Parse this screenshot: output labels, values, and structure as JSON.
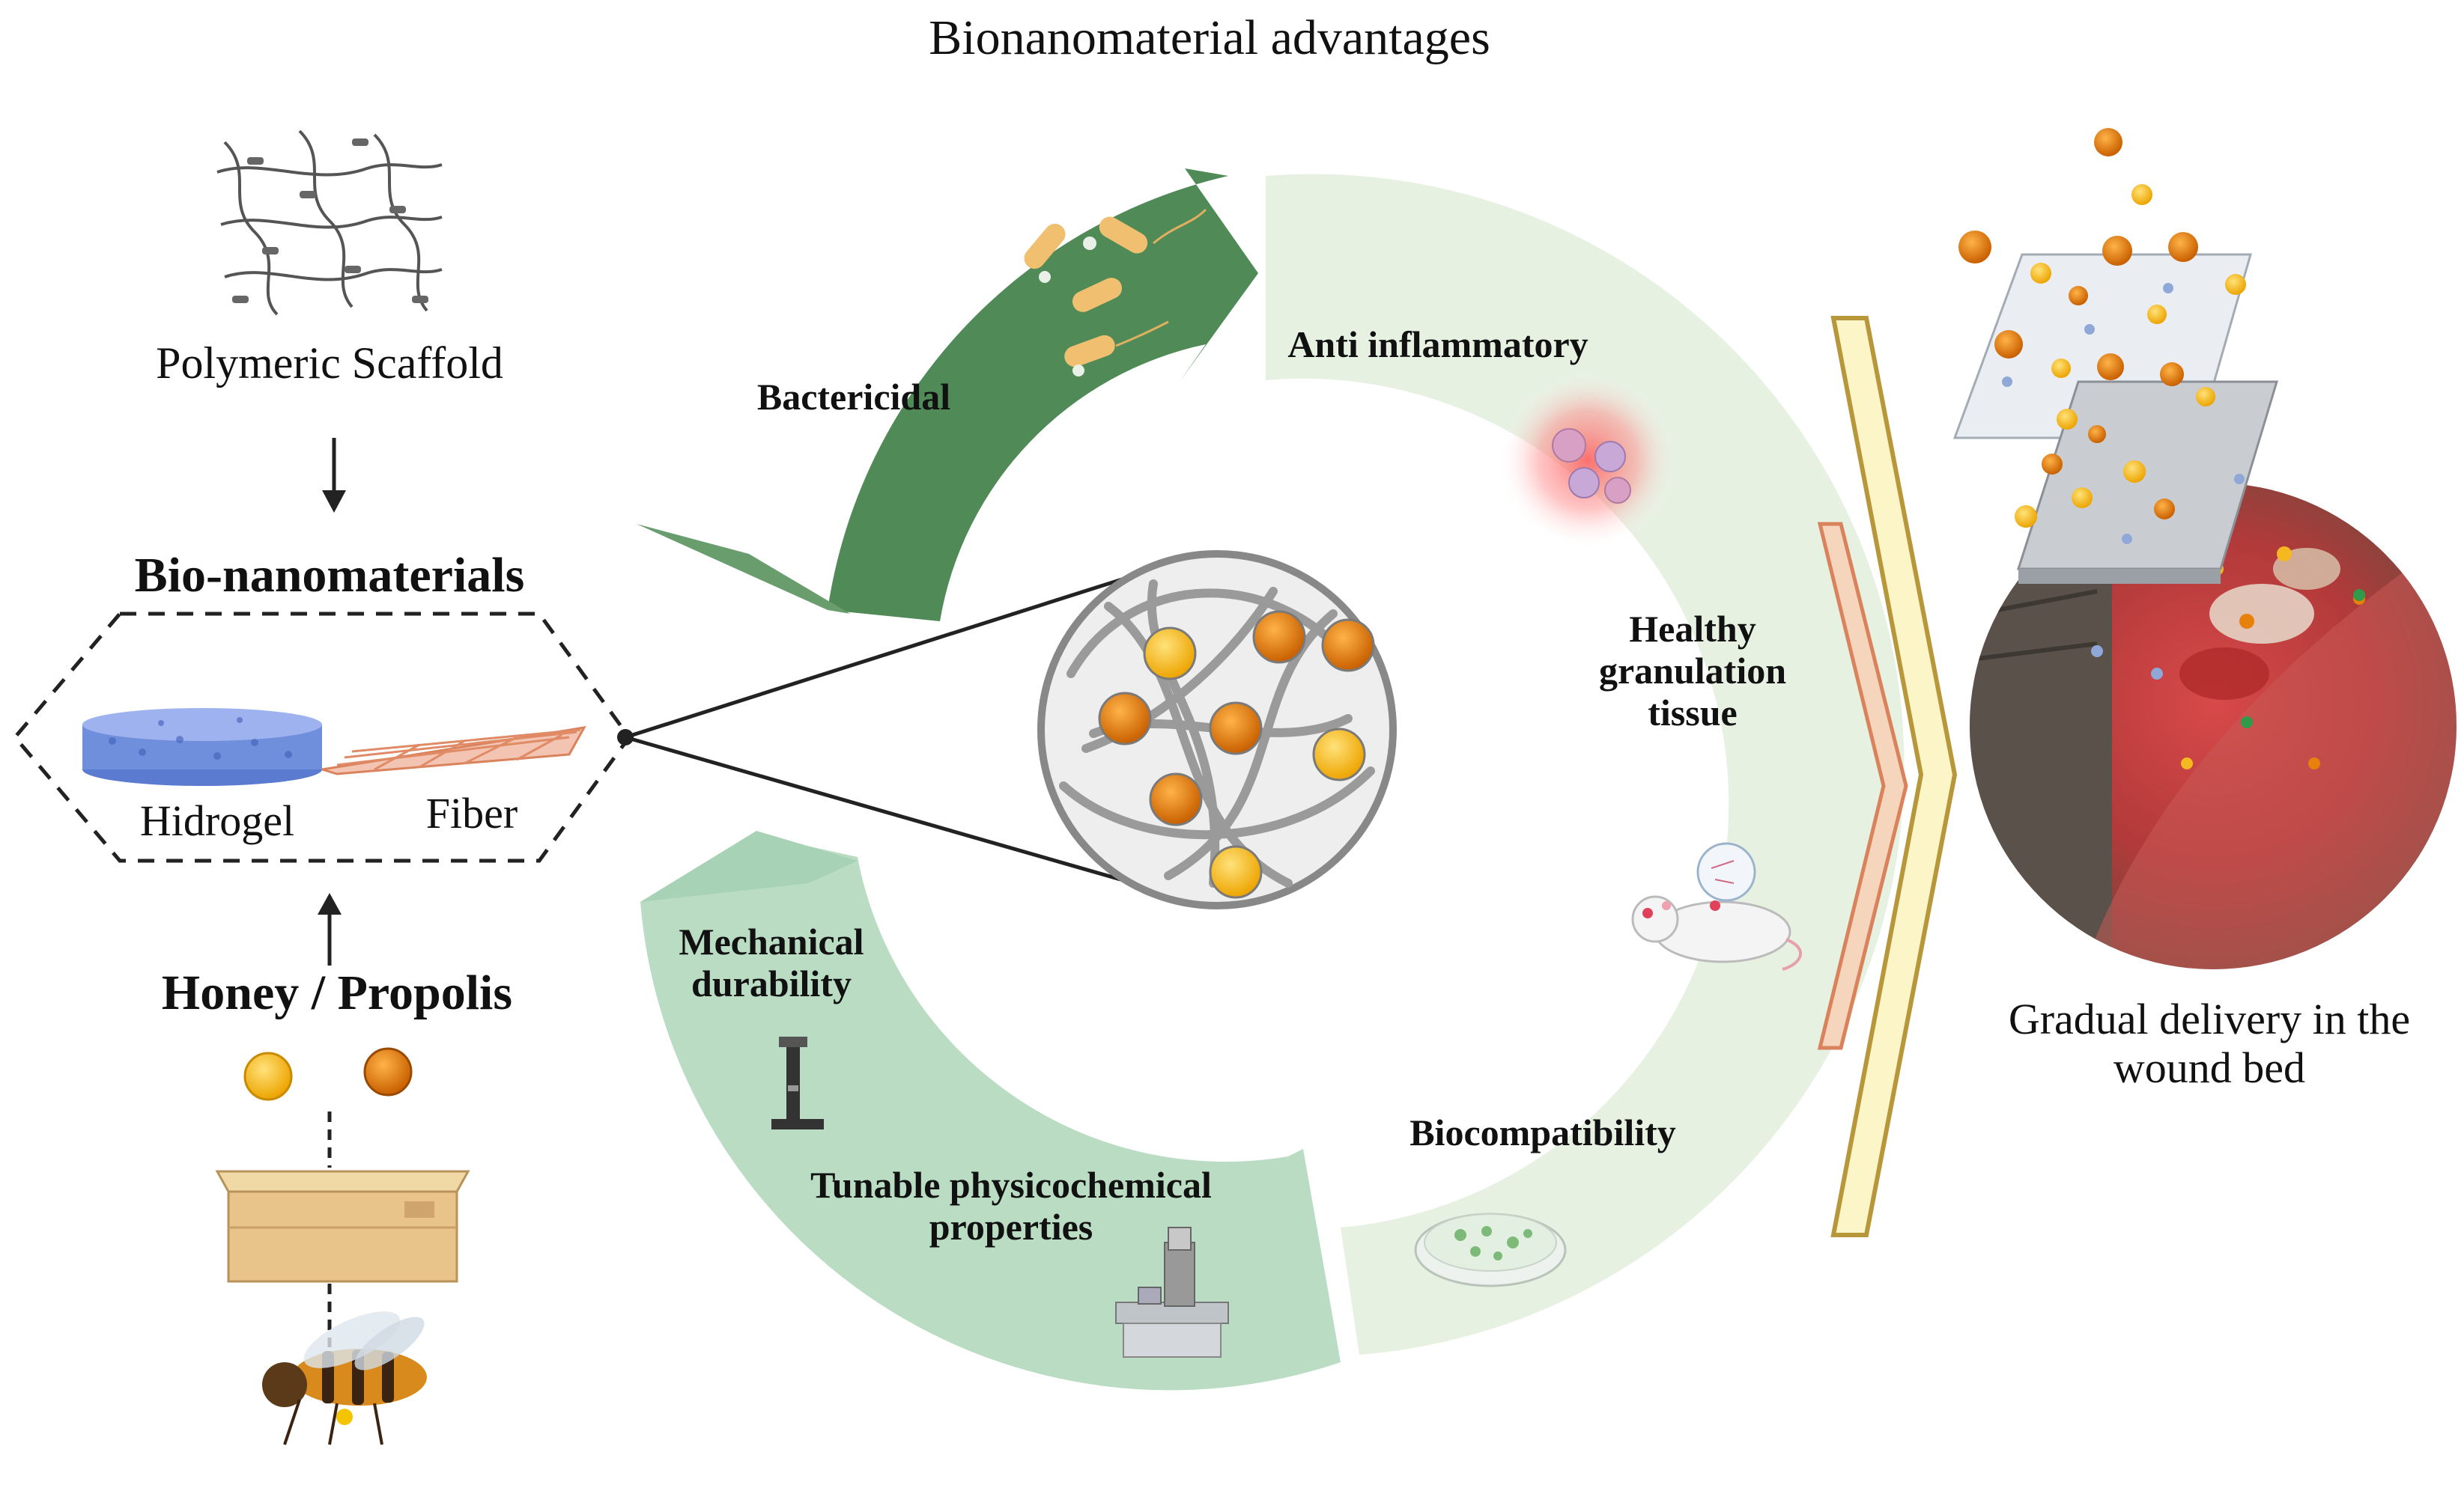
{
  "title": "Bionanomaterial advantages",
  "left_panel": {
    "polymeric_scaffold": "Polymeric Scaffold",
    "bio_nanomaterials": "Bio-nanomaterials",
    "hidrogel": "Hidrogel",
    "fiber": "Fiber",
    "honey_propolis": "Honey / Propolis"
  },
  "advantages": {
    "bactericidal": "Bactericidal",
    "anti_inflammatory": "Anti inflammatory",
    "healthy_granulation_tissue": "Healthy granulation tissue",
    "mechanical_durability": "Mechanical durability",
    "tunable_properties": "Tunable physicochemical properties",
    "biocompatibility": "Biocompatibility"
  },
  "right_panel": {
    "gradual_delivery": "Gradual delivery in the wound bed"
  },
  "colors": {
    "bactericidal_arc": "#4f8a57",
    "light_arc": "#e6f1e2",
    "lower_arc": "#b9dcc3",
    "honey_yellow": "#f5b820",
    "propolis_orange": "#e8800c",
    "hydrogel_blue": "#6f8fdc",
    "fiber_salmon": "#e49a7d",
    "chevron_outer": "#b8963a",
    "chevron_inner": "#d9825c"
  },
  "icons": [
    "polymer-network-icon",
    "hydrogel-disc-icon",
    "fiber-mesh-icon",
    "honey-droplet-icon",
    "propolis-droplet-icon",
    "beehive-icon",
    "bee-icon",
    "bacteria-icon",
    "inflammatory-cells-icon",
    "lab-mouse-icon",
    "tensile-tester-icon",
    "microscope-icon",
    "petri-dish-icon",
    "nanoparticle-icon",
    "membrane-layer-icon",
    "wound-image-icon",
    "chevron-icon"
  ]
}
